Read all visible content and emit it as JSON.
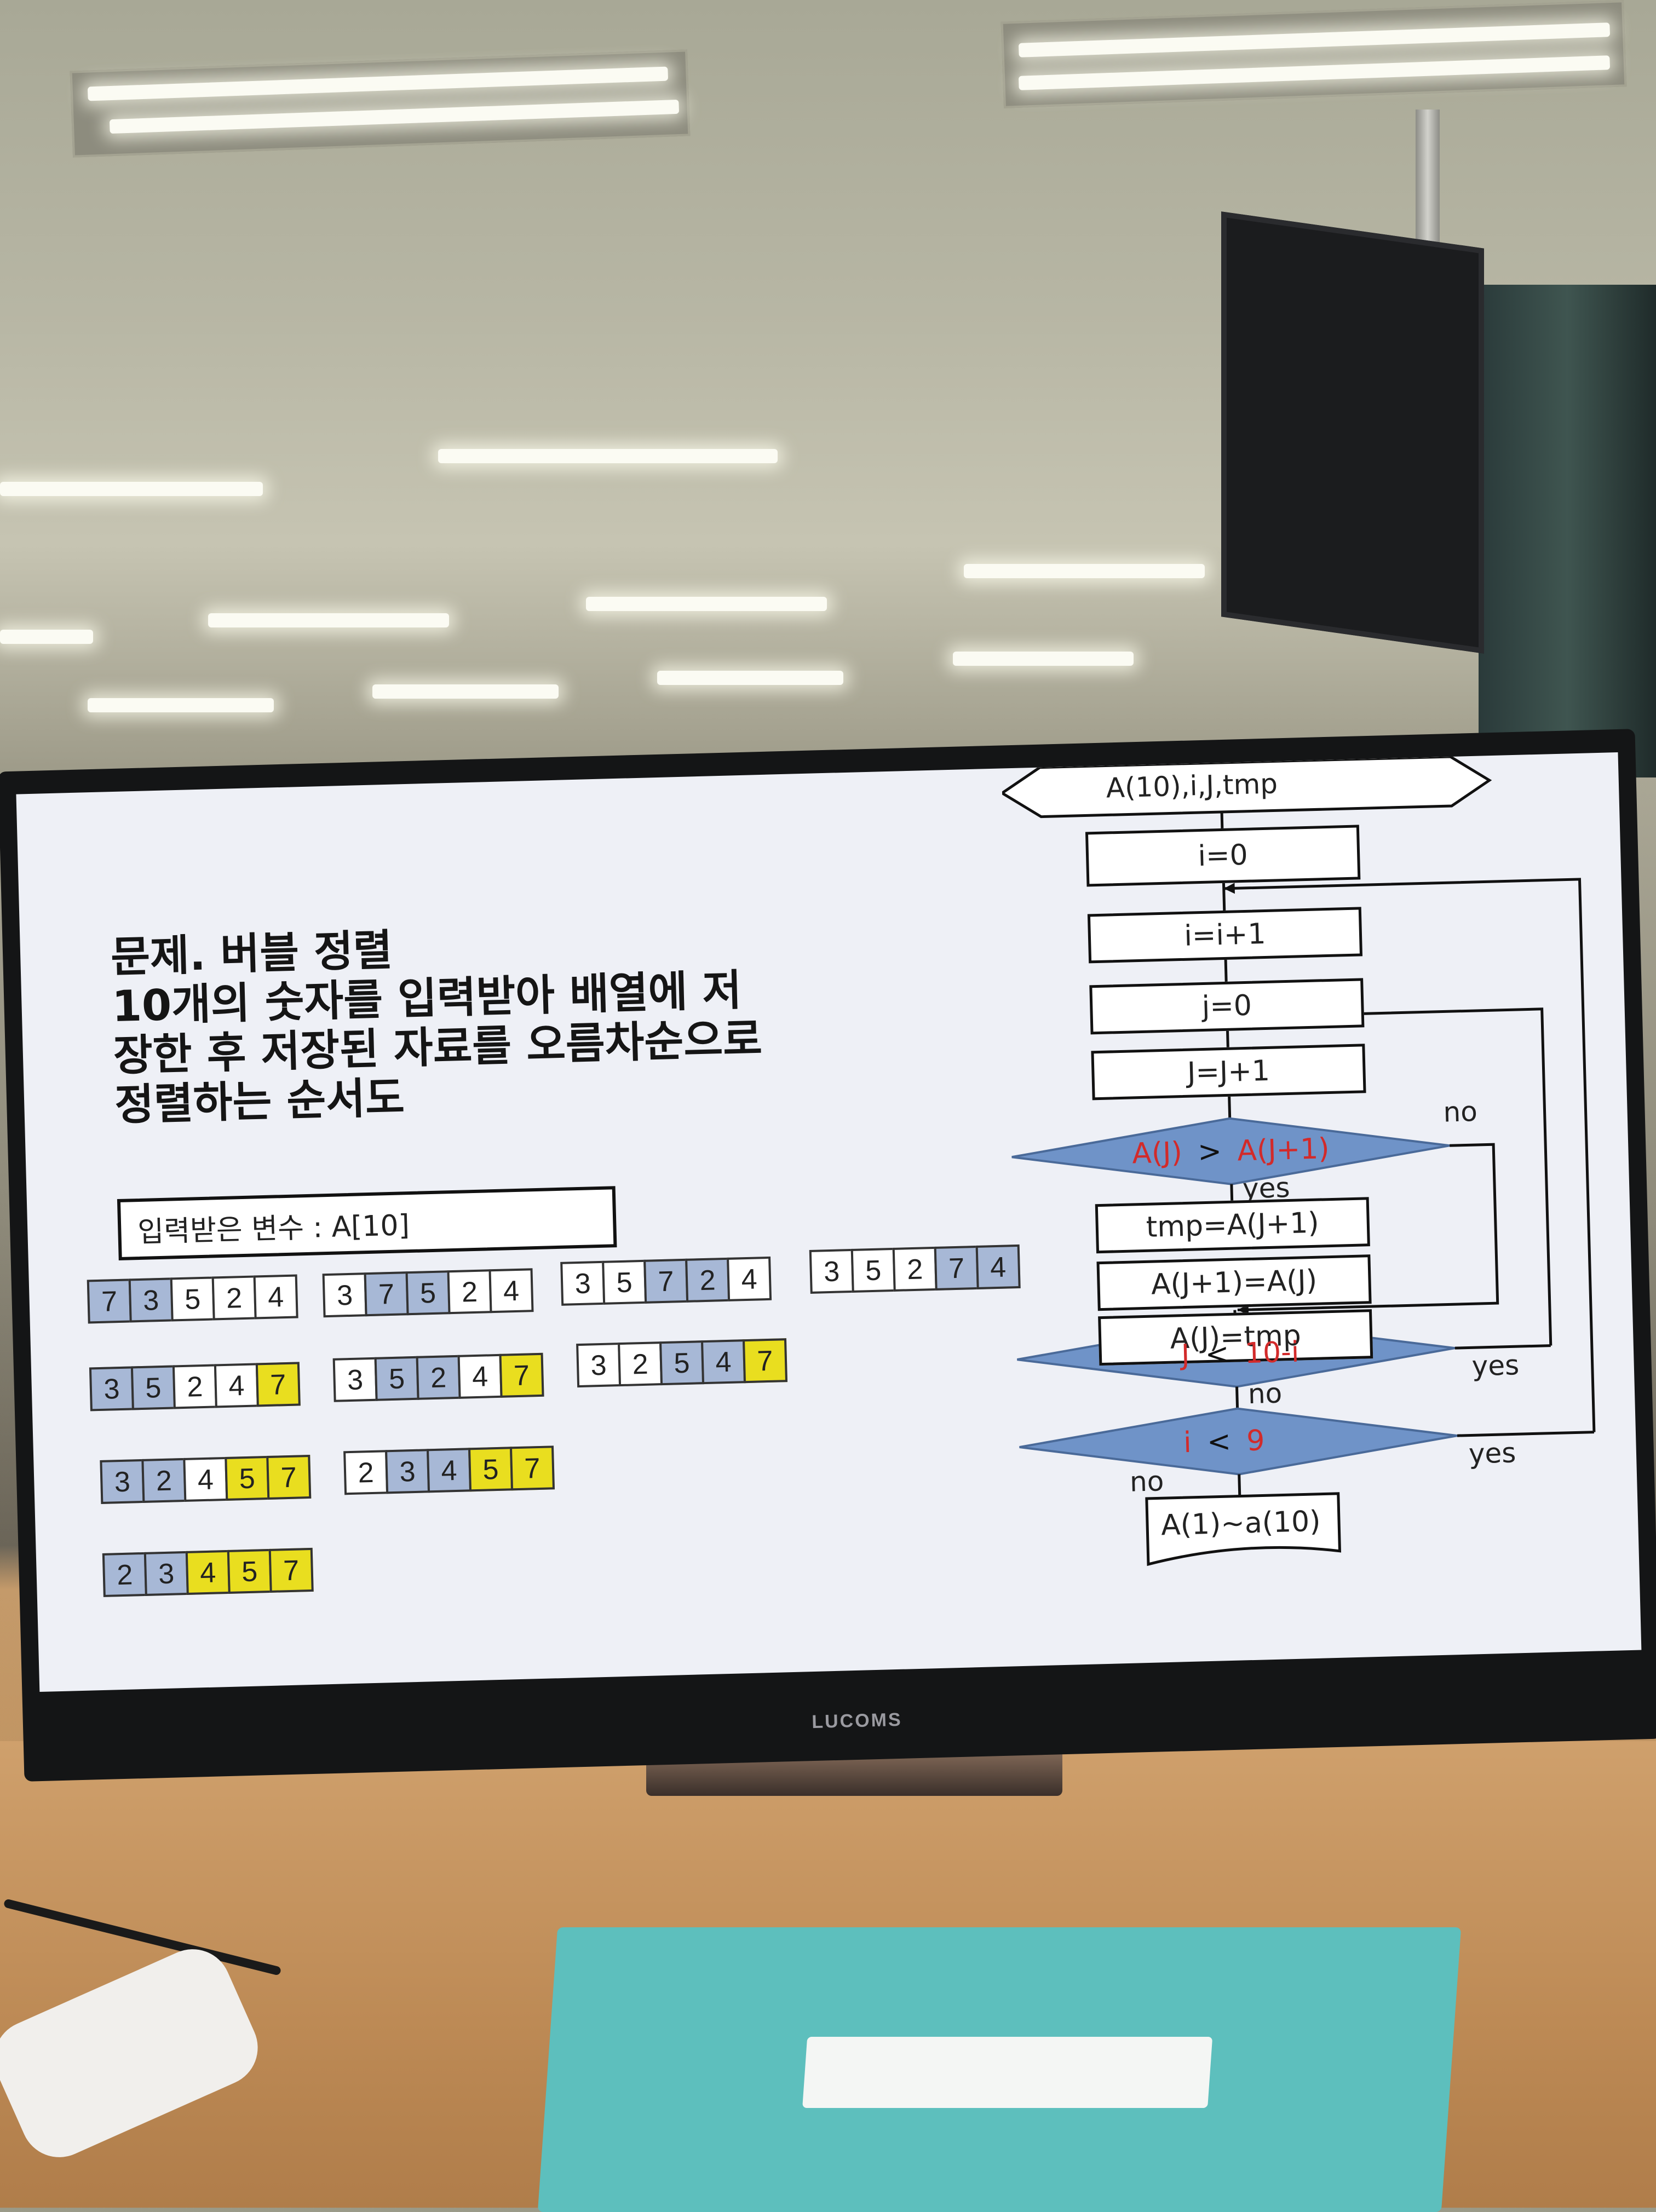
{
  "slide": {
    "title_lines": [
      "문제. 버블 정렬",
      "10개의 숫자를 입력받아 배열에 저",
      "장한 후 저장된 자료를 오름차순으로",
      "정렬하는 순서도"
    ],
    "variable_label": "입력받은 변수 : A[10]",
    "arrays": [
      {
        "values": [
          "7",
          "3",
          "5",
          "2",
          "4"
        ],
        "colors": [
          "b",
          "b",
          "w",
          "w",
          "w"
        ]
      },
      {
        "values": [
          "3",
          "7",
          "5",
          "2",
          "4"
        ],
        "colors": [
          "w",
          "b",
          "b",
          "w",
          "w"
        ]
      },
      {
        "values": [
          "3",
          "5",
          "7",
          "2",
          "4"
        ],
        "colors": [
          "w",
          "w",
          "b",
          "b",
          "w"
        ]
      },
      {
        "values": [
          "3",
          "5",
          "2",
          "7",
          "4"
        ],
        "colors": [
          "w",
          "w",
          "w",
          "b",
          "b"
        ]
      },
      {
        "values": [
          "3",
          "5",
          "2",
          "4",
          "7"
        ],
        "colors": [
          "b",
          "b",
          "w",
          "w",
          "y"
        ]
      },
      {
        "values": [
          "3",
          "5",
          "2",
          "4",
          "7"
        ],
        "colors": [
          "w",
          "b",
          "b",
          "w",
          "y"
        ]
      },
      {
        "values": [
          "3",
          "2",
          "5",
          "4",
          "7"
        ],
        "colors": [
          "w",
          "w",
          "b",
          "b",
          "y"
        ]
      },
      {
        "values": [
          "3",
          "2",
          "4",
          "5",
          "7"
        ],
        "colors": [
          "b",
          "b",
          "w",
          "y",
          "y"
        ]
      },
      {
        "values": [
          "2",
          "3",
          "4",
          "5",
          "7"
        ],
        "colors": [
          "w",
          "b",
          "b",
          "y",
          "y"
        ]
      },
      {
        "values": [
          "2",
          "3",
          "4",
          "5",
          "7"
        ],
        "colors": [
          "b",
          "b",
          "y",
          "y",
          "y"
        ]
      }
    ]
  },
  "flowchart": {
    "declare": "A(10),i,J,tmp",
    "init_i": "i=0",
    "inc_i": "i=i+1",
    "init_j": "j=0",
    "inc_j": "J=J+1",
    "cond1_left": "A(J)",
    "cond1_op": ">",
    "cond1_right": "A(J+1)",
    "swap1": "tmp=A(J+1)",
    "swap2": "A(J+1)=A(J)",
    "swap3": "A(J)=tmp",
    "cond2_left": "J",
    "cond2_op": "<",
    "cond2_right": "10-i",
    "cond3_left": "i",
    "cond3_op": "<",
    "cond3_right": "9",
    "output": "A(1)~a(10)",
    "label_no_1": "no",
    "label_yes_1": "yes",
    "label_yes_2": "yes",
    "label_no_2": "no",
    "label_yes_3": "yes",
    "label_no_3": "no"
  },
  "monitor": {
    "brand": "LUCOMS"
  },
  "colors": {
    "highlight_blue": "#a7b8d6",
    "highlight_yellow": "#e9de1f",
    "diamond_blue": "#6f93c8",
    "condition_red": "#d22a2a"
  }
}
